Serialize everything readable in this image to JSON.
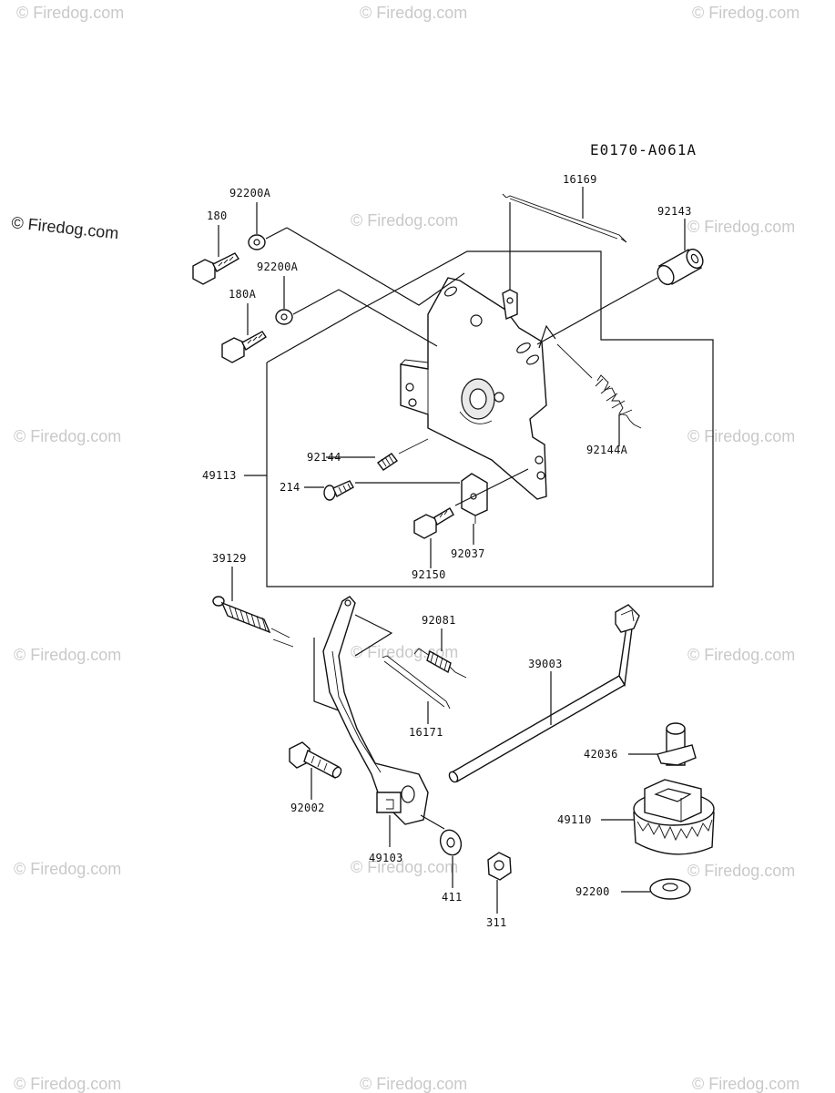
{
  "diagram_id": "E0170-A061A",
  "copyright": "© Firedog.com",
  "watermark": "© Firedog.com",
  "part_numbers": {
    "p180": "180",
    "p180A": "180A",
    "p92200A_top": "92200A",
    "p92200A_mid": "92200A",
    "p16169": "16169",
    "p92143": "92143",
    "p49113": "49113",
    "p92144": "92144",
    "p92144A": "92144A",
    "p214": "214",
    "p92037": "92037",
    "p92150": "92150",
    "p39129": "39129",
    "p92081": "92081",
    "p39003": "39003",
    "p16171": "16171",
    "p42036": "42036",
    "p92002": "92002",
    "p49110": "49110",
    "p49103": "49103",
    "p411": "411",
    "p311": "311",
    "p92200": "92200"
  }
}
